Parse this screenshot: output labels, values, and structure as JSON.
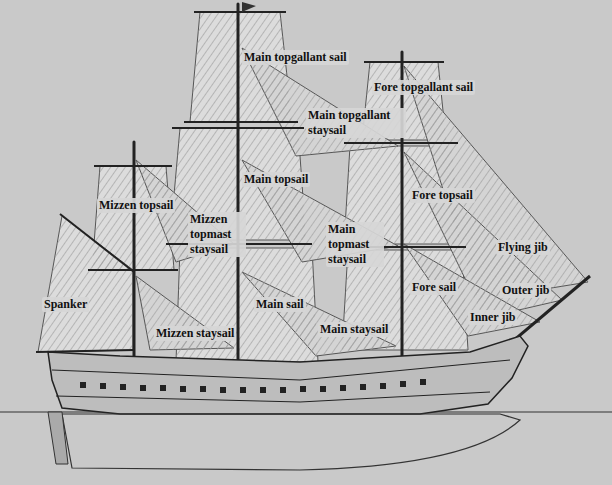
{
  "diagram": {
    "labels": [
      "Main topgallant sail",
      "Fore topgallant sail",
      "Main topgallant staysail",
      "Main topsail",
      "Fore topsail",
      "Mizzen topsail",
      "Mizzen topmast staysail",
      "Main topmast staysail",
      "Flying jib",
      "Fore sail",
      "Outer jib",
      "Spanker",
      "Main sail",
      "Inner jib",
      "Main staysail",
      "Mizzen staysail"
    ]
  }
}
